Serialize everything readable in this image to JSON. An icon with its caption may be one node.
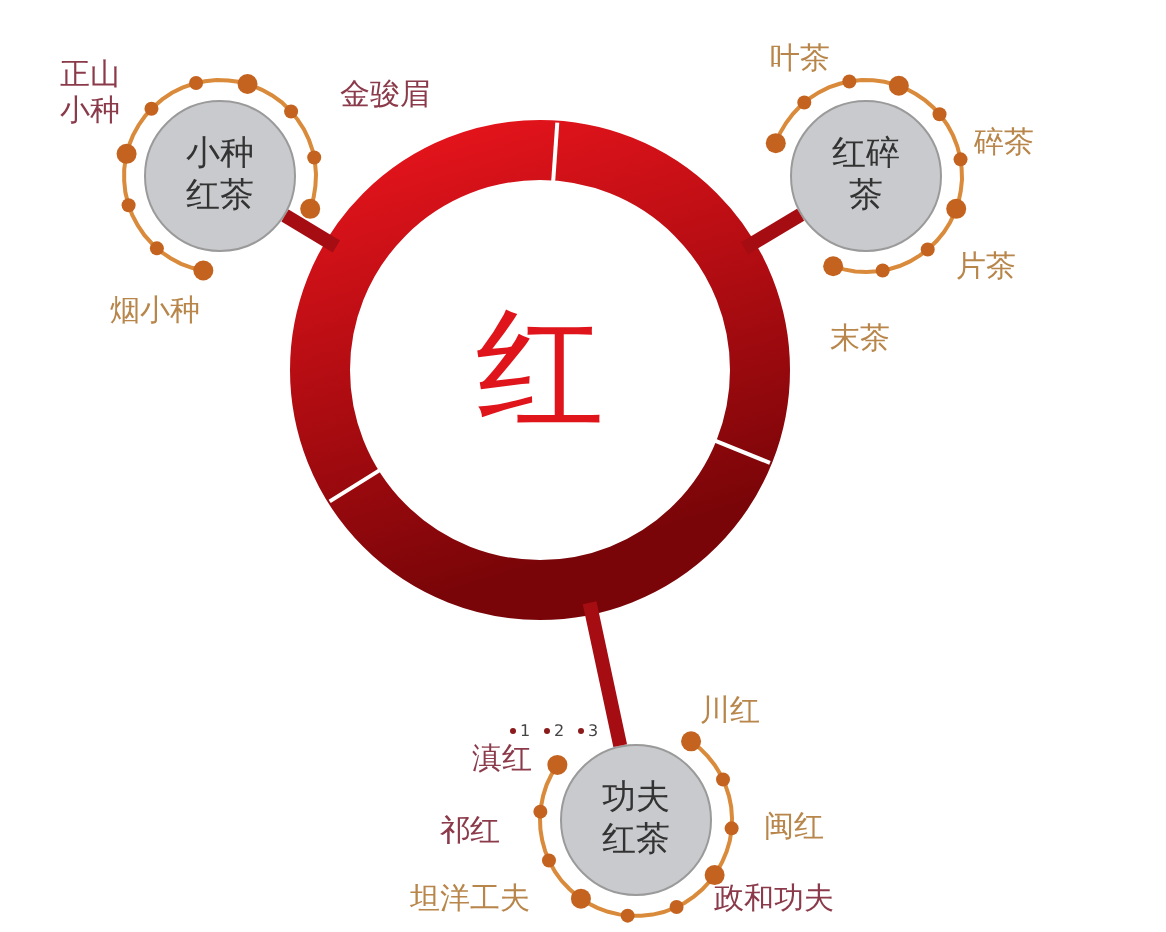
{
  "diagram": {
    "nodes": [
      {
        "text": [
          "红"
        ]
      },
      {
        "text": [
          "小种红茶"
        ],
        "beside": [
          "正山小种",
          "金骏眉",
          "烟小种"
        ]
      },
      {
        "text": [
          "红碎茶"
        ],
        "beside": [
          "叶茶",
          "碎茶",
          "片茶",
          "末茶"
        ]
      },
      {
        "text": [
          "功夫红茶"
        ],
        "beside": [
          "川红",
          "滇红",
          "祁红",
          "闽红",
          "坦洋工夫",
          "政和功夫"
        ]
      }
    ],
    "edges": [
      {
        "from": 0,
        "to": 1,
        "arrow": "none"
      },
      {
        "from": 0,
        "to": 2,
        "arrow": "none"
      },
      {
        "from": 0,
        "to": 3,
        "arrow": "none"
      }
    ],
    "labels": [
      "1",
      "2",
      "3"
    ]
  }
}
